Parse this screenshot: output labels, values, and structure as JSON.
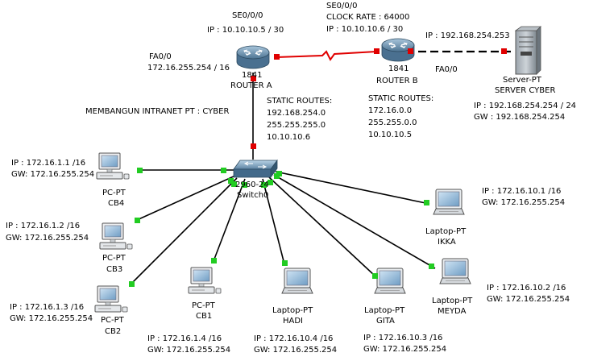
{
  "title": "MEMBANGUN INTRANET PT : CYBER",
  "colors": {
    "link": "#000000",
    "serial": "#e00000",
    "port_up": "#22cc22",
    "port_down": "#e00000"
  },
  "router_a": {
    "model": "1841",
    "name": "ROUTER A",
    "fa_lines": [
      "FA0/0",
      "172.16.255.254 / 16"
    ],
    "se_lines": [
      "SE0/0/0",
      "IP : 10.10.10.5 / 30"
    ],
    "static_lines": [
      "STATIC ROUTES:",
      "192.168.254.0",
      "255.255.255.0",
      "10.10.10.6"
    ]
  },
  "router_b": {
    "model": "1841",
    "name": "ROUTER B",
    "se_lines": [
      "SE0/0/0",
      "CLOCK RATE : 64000",
      "IP : 10.10.10.6 / 30"
    ],
    "fa_label": "FA0/0",
    "static_lines": [
      "STATIC ROUTES:",
      "172.16.0.0",
      "255.255.0.0",
      "10.10.10.5"
    ]
  },
  "server": {
    "type": "Server-PT",
    "name": "SERVER CYBER",
    "top_ip": "IP : 192.168.254.253",
    "ip_lines": [
      "IP  : 192.168.254.254 / 24",
      "GW : 192.168.254.254"
    ]
  },
  "switch": {
    "model": "2960-24",
    "name": "Switch0"
  },
  "pcs": [
    {
      "id": "cb4",
      "type": "PC-PT",
      "name": "CB4",
      "ip": "IP  : 172.16.1.1 /16",
      "gw": "GW: 172.16.255.254"
    },
    {
      "id": "cb3",
      "type": "PC-PT",
      "name": "CB3",
      "ip": "IP : 172.16.1.2 /16",
      "gw": "GW: 172.16.255.254"
    },
    {
      "id": "cb2",
      "type": "PC-PT",
      "name": "CB2",
      "ip": "IP : 172.16.1.3 /16",
      "gw": "GW: 172.16.255.254"
    },
    {
      "id": "cb1",
      "type": "PC-PT",
      "name": "CB1",
      "ip": "IP : 172.16.1.4 /16",
      "gw": "GW: 172.16.255.254"
    }
  ],
  "laptops": [
    {
      "id": "hadi",
      "type": "Laptop-PT",
      "name": "HADI",
      "ip": "IP : 172.16.10.4 /16",
      "gw": "GW: 172.16.255.254"
    },
    {
      "id": "gita",
      "type": "Laptop-PT",
      "name": "GITA",
      "ip": "IP : 172.16.10.3 /16",
      "gw": "GW: 172.16.255.254"
    },
    {
      "id": "meyda",
      "type": "Laptop-PT",
      "name": "MEYDA",
      "ip": "IP : 172.16.10.2 /16",
      "gw": "GW: 172.16.255.254"
    },
    {
      "id": "ikka",
      "type": "Laptop-PT",
      "name": "IKKA",
      "ip": "IP : 172.16.10.1 /16",
      "gw": "GW: 172.16.255.254"
    }
  ]
}
